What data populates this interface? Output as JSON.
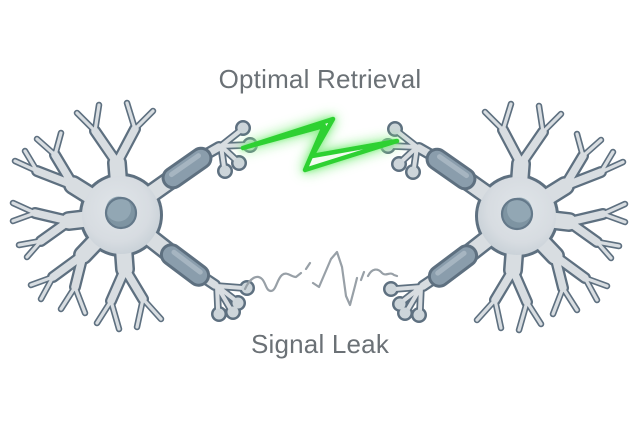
{
  "labels": {
    "optimal_retrieval": "Optimal Retrieval",
    "signal_leak": "Signal Leak"
  },
  "icons": {
    "strong_connection": "lightning-bolt-icon",
    "weak_connection": "weak-signal-waveform-icon",
    "left_cell": "neuron-illustration",
    "right_cell": "neuron-illustration"
  },
  "colors": {
    "background": "#ffffff",
    "bolt_stroke_green": "#2fd133",
    "bolt_fill": "#f2fdf0",
    "bolt_glow": "#8aef8a",
    "neuron_fill": "#d8dde1",
    "neuron_outline": "#5e7080",
    "nucleus_fill": "#92a7b4",
    "nucleus_shadow": "#7e94a2",
    "myelin_fill": "#8a9dac",
    "terminal_bulb_fill": "#cdd5da",
    "waveform_gray": "#98a0a7",
    "label_text": "#6b7176"
  }
}
